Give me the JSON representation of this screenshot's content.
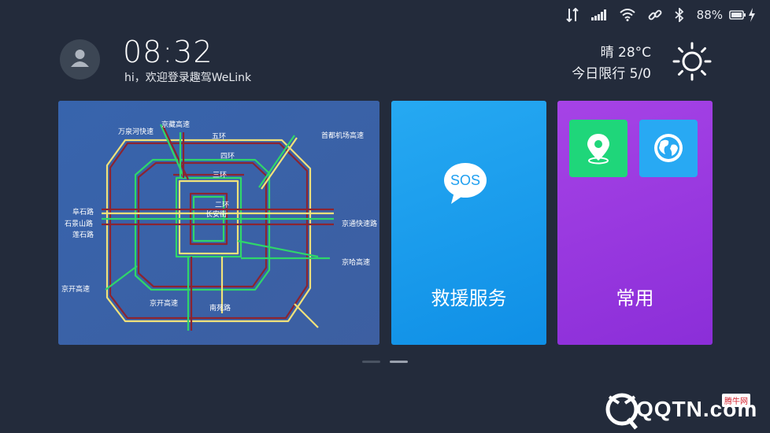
{
  "status_bar": {
    "icons": [
      "data-transfer-icon",
      "signal-icon",
      "wifi-icon",
      "link-icon",
      "bluetooth-icon",
      "battery-icon",
      "charging-icon"
    ],
    "battery_text": "88%"
  },
  "header": {
    "time": "08:32",
    "greeting": "hi，欢迎登录趣驾WeLink",
    "weather": "晴 28°C",
    "restriction": "今日限行 5/0"
  },
  "map_card": {
    "labels": {
      "wanquanhe": "万泉河快速",
      "jingzang": "京藏高速",
      "wuhuan": "五环",
      "shoudu": "首都机场高速",
      "sihuan": "四环",
      "sanhuan": "三环",
      "erhuan": "二环",
      "changanjie": "长安街",
      "fushilu": "阜石路",
      "shijingshan": "石景山路",
      "lianshilu": "莲石路",
      "jingtong": "京通快速路",
      "jingha": "京哈高速",
      "jingkai1": "京开高速",
      "jingkai2": "京开高速",
      "nanyuan": "南苑路"
    }
  },
  "sos_card": {
    "bubble_text": "SOS",
    "title": "救援服务"
  },
  "common_card": {
    "title": "常用",
    "tiles": [
      "map-pin-icon",
      "globe-icon"
    ]
  },
  "pager": {
    "count": 2,
    "active": 1
  },
  "watermark": {
    "text": "QQTN.com",
    "badge": "腾牛网"
  },
  "colors": {
    "background": "#232b3b",
    "map": "#3b62a7",
    "sos": "#1e9ff0",
    "common": "#9a38df",
    "road_green": "#2fd66a",
    "road_yellow": "#f1e27a",
    "road_red": "#8b2431"
  }
}
